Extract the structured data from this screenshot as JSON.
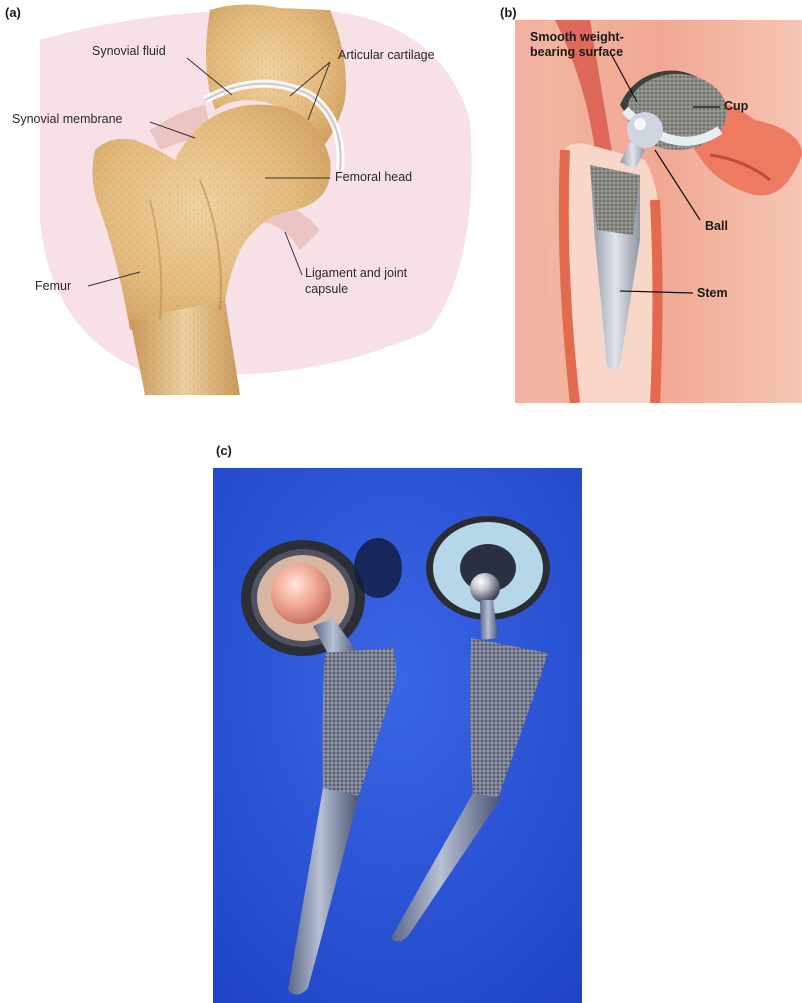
{
  "panel_a": {
    "letter": "(a)",
    "labels": {
      "synovial_fluid": "Synovial fluid",
      "articular_cartilage": "Articular cartilage",
      "synovial_membrane": "Synovial membrane",
      "femoral_head": "Femoral head",
      "femur": "Femur",
      "ligament_line1": "Ligament and joint",
      "ligament_line2": "capsule"
    }
  },
  "panel_b": {
    "letter": "(b)",
    "labels": {
      "surface_line1": "Smooth weight-",
      "surface_line2": "bearing surface",
      "cup": "Cup",
      "ball": "Ball",
      "stem": "Stem"
    }
  },
  "panel_c": {
    "letter": "(c)"
  },
  "colors": {
    "bone": "#e7c48a",
    "background_pink": "#f6dde3",
    "muscle": "#e8776a",
    "photo_blue": "#2b55d8",
    "metal": "#9aa3b8"
  }
}
